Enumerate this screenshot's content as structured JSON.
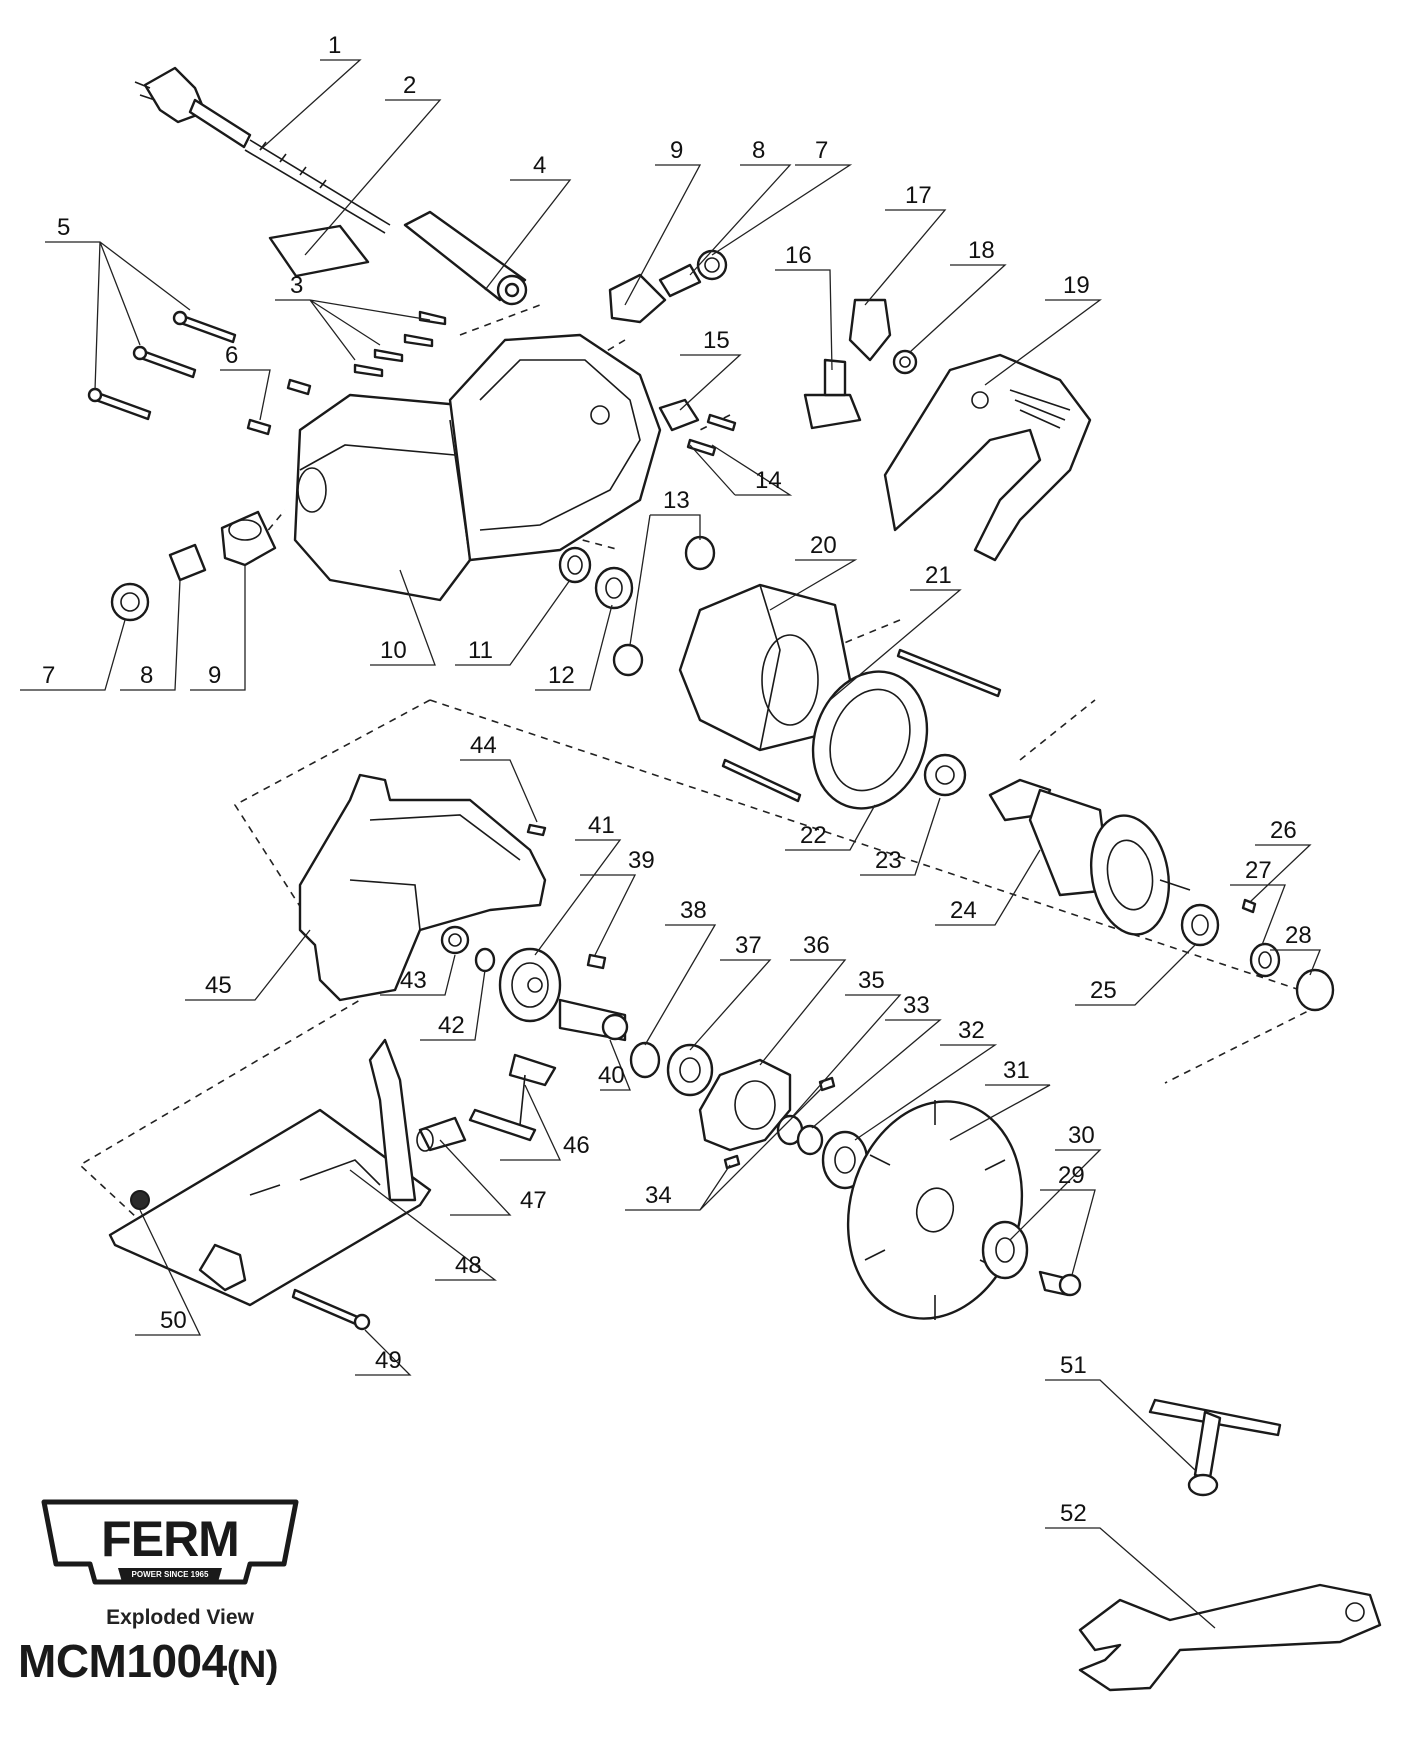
{
  "brand": {
    "logo_text": "FERM",
    "tagline": "POWER SINCE 1965",
    "view_label": "Exploded View",
    "model": "MCM1004",
    "model_suffix": "(N)"
  },
  "callouts": {
    "c1": "1",
    "c2": "2",
    "c3": "3",
    "c4": "4",
    "c5": "5",
    "c6": "6",
    "c7a": "7",
    "c7b": "7",
    "c8a": "8",
    "c8b": "8",
    "c9a": "9",
    "c9b": "9",
    "c10": "10",
    "c11": "11",
    "c12": "12",
    "c13": "13",
    "c14": "14",
    "c15": "15",
    "c16": "16",
    "c17": "17",
    "c18": "18",
    "c19": "19",
    "c20": "20",
    "c21": "21",
    "c22": "22",
    "c23": "23",
    "c24": "24",
    "c25": "25",
    "c26": "26",
    "c27": "27",
    "c28": "28",
    "c29": "29",
    "c30": "30",
    "c31": "31",
    "c32": "32",
    "c33": "33",
    "c34": "34",
    "c35": "35",
    "c36": "36",
    "c37": "37",
    "c38": "38",
    "c39": "39",
    "c40": "40",
    "c41": "41",
    "c42": "42",
    "c43": "43",
    "c44": "44",
    "c45": "45",
    "c46": "46",
    "c47": "47",
    "c48": "48",
    "c49": "49",
    "c50": "50",
    "c51": "51",
    "c52": "52"
  }
}
